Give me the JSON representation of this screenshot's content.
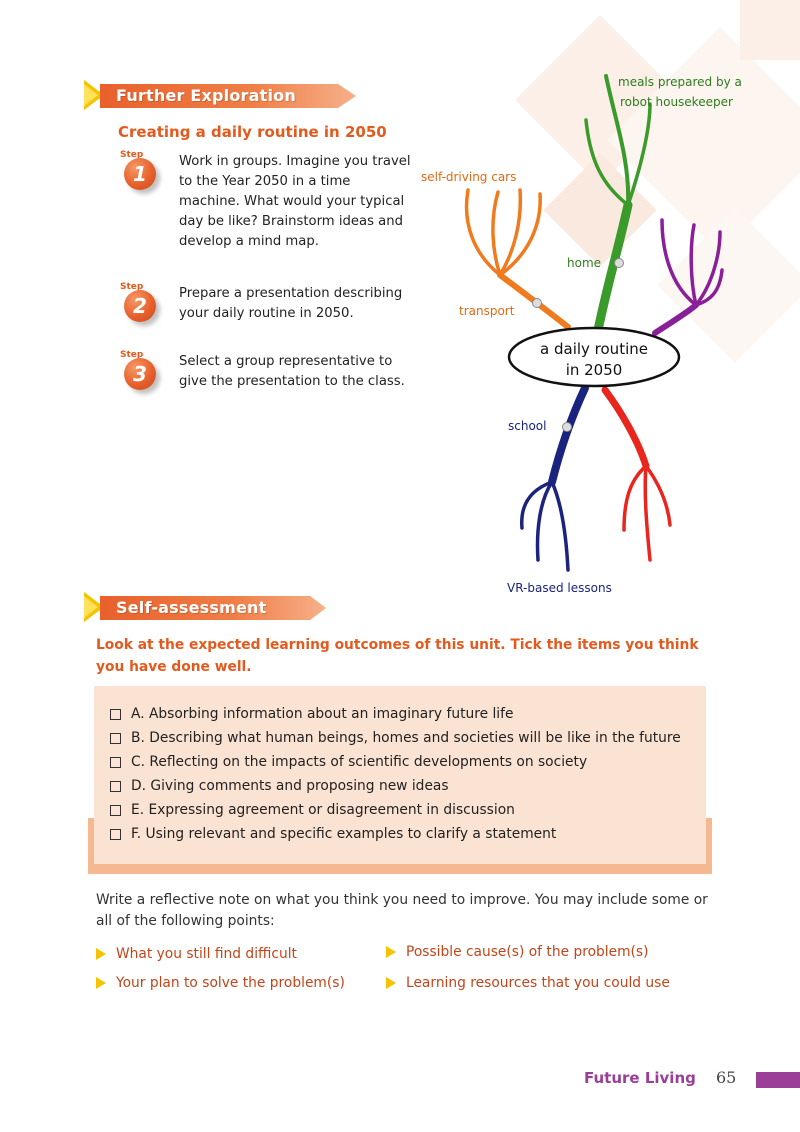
{
  "further": {
    "banner": "Further Exploration",
    "subtitle": "Creating a daily routine in 2050",
    "step_label": "Step",
    "steps": [
      {
        "num": "1",
        "text": "Work in groups. Imagine you travel to the Year 2050 in a time machine. What would your typical day be like? Brainstorm ideas and develop a mind map."
      },
      {
        "num": "2",
        "text": "Prepare a presentation describing your daily routine in 2050."
      },
      {
        "num": "3",
        "text": "Select a group representative to give the presentation to the class."
      }
    ]
  },
  "mindmap": {
    "center_line1": "a daily routine",
    "center_line2": "in 2050",
    "meals_line1": "meals prepared by a",
    "meals_line2": "robot housekeeper",
    "self_driving": "self-driving cars",
    "home": "home",
    "transport": "transport",
    "school": "school",
    "vr_lessons": "VR-based lessons",
    "colors": {
      "home": "#3a9a2a",
      "transport": "#f07a1e",
      "purple": "#8a1f9a",
      "school": "#1a237e",
      "red": "#e8261e"
    }
  },
  "self": {
    "banner": "Self-assessment",
    "instruction": "Look at the expected learning outcomes of this unit. Tick the items you think you have done well.",
    "items": [
      "A. Absorbing information about an imaginary future life",
      "B. Describing what human beings, homes and societies will be like in the future",
      "C. Reflecting on the impacts of scientific developments on society",
      "D. Giving comments and proposing new ideas",
      "E. Expressing agreement or disagreement in discussion",
      "F. Using relevant and specific examples to clarify a statement"
    ],
    "reflect": "Write a reflective note on what you think you need to improve. You may include some or all of the following points:",
    "points": [
      "What you still find difficult",
      "Possible cause(s) of the problem(s)",
      "Your plan to solve the problem(s)",
      "Learning resources that you could use"
    ]
  },
  "footer": {
    "title": "Future Living",
    "page": "65"
  }
}
